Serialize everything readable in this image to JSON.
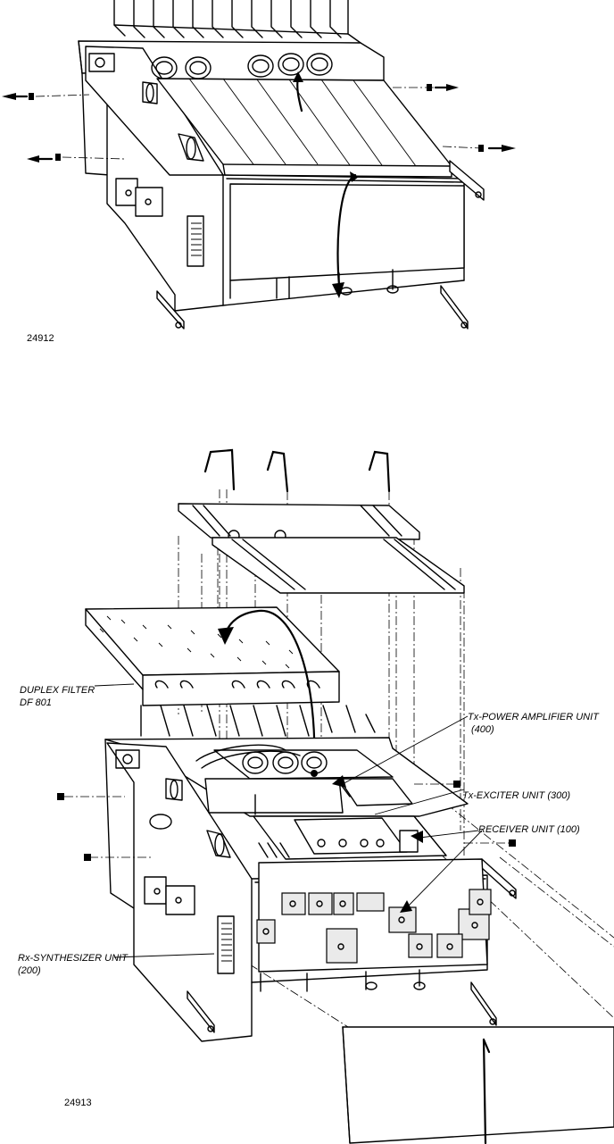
{
  "figures": [
    {
      "number": "24912"
    },
    {
      "number": "24913"
    }
  ],
  "callouts": {
    "duplex_filter": {
      "line1": "DUPLEX FILTER",
      "line2": "DF 801"
    },
    "tx_power_amplifier": {
      "line1": "Tx-POWER AMPLIFIER UNIT",
      "line2": "(400)"
    },
    "tx_exciter": {
      "line1": "Tx-EXCITER UNIT (300)"
    },
    "receiver": {
      "line1": "RECEIVER UNIT (100)"
    },
    "rx_synthesizer": {
      "line1": "Rx-SYNTHESIZER UNIT",
      "line2": "(200)"
    }
  }
}
